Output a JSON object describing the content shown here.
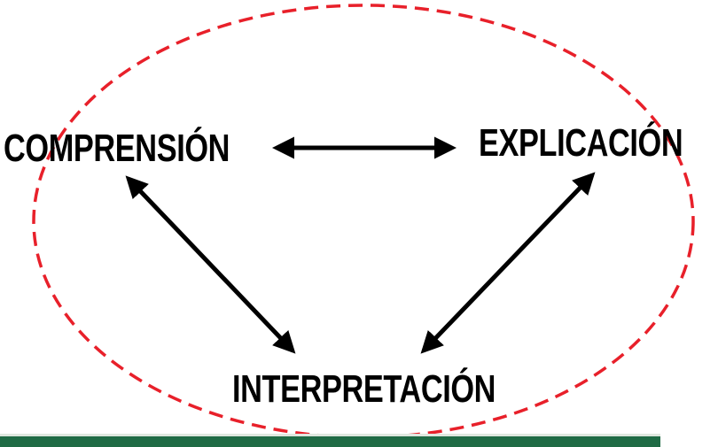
{
  "diagram": {
    "nodes": {
      "comprension": "COMPRENSIÓN",
      "explicacion": "EXPLICACIÓN",
      "interpretacion": "INTERPRETACIÓN"
    },
    "edges": [
      {
        "from": "comprension",
        "to": "explicacion",
        "type": "bidirectional"
      },
      {
        "from": "comprension",
        "to": "interpretacion",
        "type": "bidirectional"
      },
      {
        "from": "explicacion",
        "to": "interpretacion",
        "type": "bidirectional"
      }
    ],
    "colors": {
      "ellipse": "#e8202a",
      "arrows": "#000000",
      "text": "#000000",
      "footer": "#1f6b45"
    }
  }
}
